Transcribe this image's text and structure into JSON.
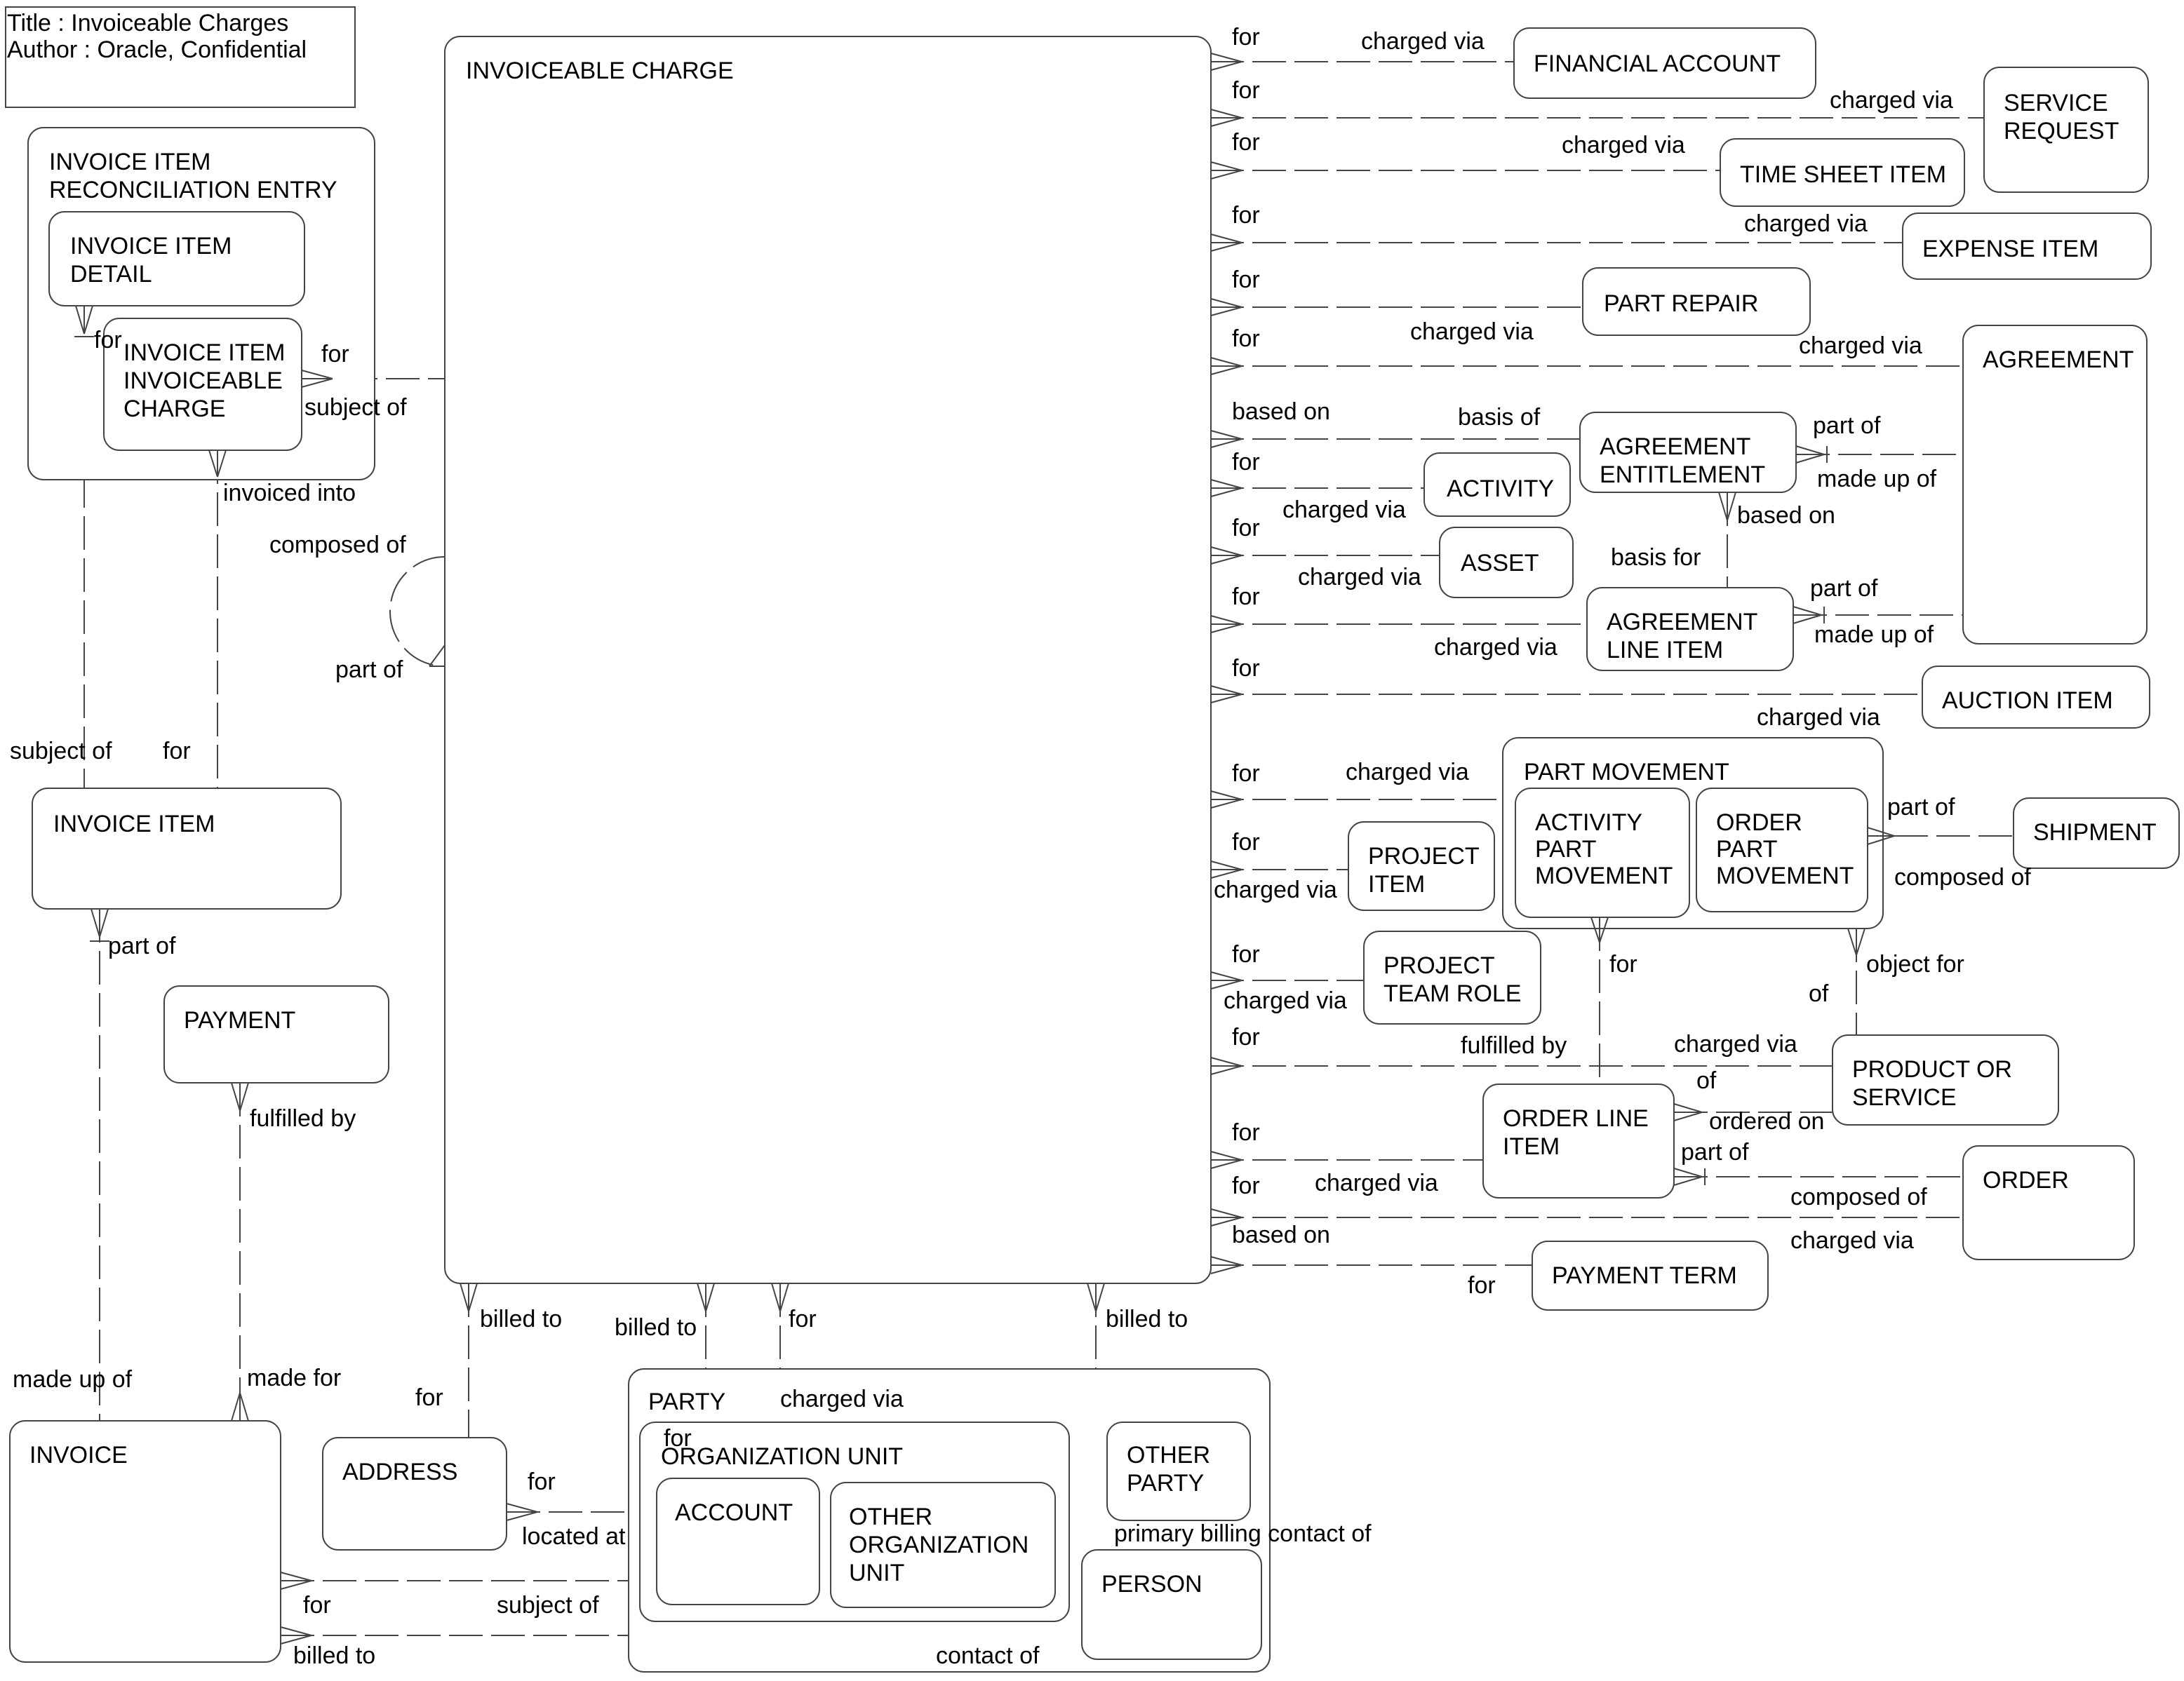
{
  "title_block": {
    "title": "Title : Invoiceable Charges",
    "author": "Author : Oracle, Confidential"
  },
  "entities": {
    "invoiceable_charge": [
      "INVOICEABLE CHARGE"
    ],
    "invoice_item_reconciliation_entry": [
      "INVOICE ITEM",
      "RECONCILIATION ENTRY"
    ],
    "invoice_item_detail": [
      "INVOICE ITEM",
      "DETAIL"
    ],
    "invoice_item_invoiceable_charge": [
      "INVOICE ITEM",
      "INVOICEABLE",
      "CHARGE"
    ],
    "invoice_item": [
      "INVOICE ITEM"
    ],
    "payment": [
      "PAYMENT"
    ],
    "invoice": [
      "INVOICE"
    ],
    "address": [
      "ADDRESS"
    ],
    "party": [
      "PARTY"
    ],
    "organization_unit": [
      "ORGANIZATION UNIT"
    ],
    "account": [
      "ACCOUNT"
    ],
    "other_organization_unit": [
      "OTHER",
      "ORGANIZATION",
      "UNIT"
    ],
    "other_party": [
      "OTHER",
      "PARTY"
    ],
    "person": [
      "PERSON"
    ],
    "financial_account": [
      "FINANCIAL ACCOUNT"
    ],
    "service_request": [
      "SERVICE",
      "REQUEST"
    ],
    "time_sheet_item": [
      "TIME SHEET ITEM"
    ],
    "expense_item": [
      "EXPENSE ITEM"
    ],
    "part_repair": [
      "PART REPAIR"
    ],
    "agreement": [
      "AGREEMENT"
    ],
    "agreement_entitlement": [
      "AGREEMENT",
      "ENTITLEMENT"
    ],
    "activity": [
      "ACTIVITY"
    ],
    "asset": [
      "ASSET"
    ],
    "agreement_line_item": [
      "AGREEMENT",
      "LINE ITEM"
    ],
    "auction_item": [
      "AUCTION ITEM"
    ],
    "part_movement": [
      "PART MOVEMENT"
    ],
    "activity_part_movement": [
      "ACTIVITY",
      "PART",
      "MOVEMENT"
    ],
    "order_part_movement": [
      "ORDER",
      "PART",
      "MOVEMENT"
    ],
    "shipment": [
      "SHIPMENT"
    ],
    "project_item": [
      "PROJECT",
      "ITEM"
    ],
    "project_team_role": [
      "PROJECT",
      "TEAM ROLE"
    ],
    "product_or_service": [
      "PRODUCT OR",
      "SERVICE"
    ],
    "order_line_item": [
      "ORDER LINE",
      "ITEM"
    ],
    "order": [
      "ORDER"
    ],
    "payment_term": [
      "PAYMENT TERM"
    ]
  },
  "relationship_labels": {
    "fin_for": "for",
    "fin_charged_via": "charged via",
    "sr_for": "for",
    "sr_charged_via": "charged via",
    "ts_for": "for",
    "ts_charged_via": "charged via",
    "exp_for": "for",
    "exp_charged_via": "charged via",
    "pr_for": "for",
    "pr_charged_via": "charged via",
    "agr_for": "for",
    "agr_charged_via": "charged via",
    "ent_based_on": "based on",
    "ent_basis_of": "basis of",
    "ent_part_of": "part of",
    "ent_made_up_of": "made up of",
    "ent_based_on_2": "based on",
    "ent_basis_for": "basis for",
    "act_for": "for",
    "act_charged_via": "charged via",
    "asset_for": "for",
    "asset_charged_via": "charged via",
    "ali_for": "for",
    "ali_charged_via": "charged via",
    "ali_part_of": "part of",
    "ali_made_up_of": "made up of",
    "auc_for": "for",
    "auc_charged_via": "charged via",
    "pm_for": "for",
    "pm_charged_via": "charged via",
    "ship_part_of": "part of",
    "ship_composed_of": "composed of",
    "pi_for": "for",
    "pi_charged_via": "charged via",
    "ptr_for": "for",
    "ptr_charged_via": "charged via",
    "apm_for": "for",
    "opm_object_for": "object for",
    "opm_of": "of",
    "ps_for": "for",
    "ps_fulfilled_by": "fulfilled by",
    "ps_charged_via": "charged via",
    "oli_of": "of",
    "oli_ordered_on": "ordered on",
    "oli_part_of": "part of",
    "oli_for": "for",
    "oli_charged_via": "charged via",
    "ord_for": "for",
    "ord_composed_of": "composed of",
    "ord_charged_via": "charged via",
    "pt_based_on": "based on",
    "pt_for": "for",
    "iiic_for": "for",
    "iiic_subject_of": "subject of",
    "iiic_invoiced_into": "invoiced into",
    "iid_for": "for",
    "recursive_composed_of": "composed of",
    "recursive_part_of": "part of",
    "ii_subject_of": "subject of",
    "ii_for": "for",
    "ii_part_of": "part of",
    "inv_made_up_of": "made up of",
    "pay_fulfilled_by": "fulfilled by",
    "pay_made_for": "made for",
    "addr_billed_to": "billed to",
    "addr_for": "for",
    "acct_billed_to": "billed to",
    "acct_for_top": "for",
    "acct_for_low": "for",
    "acct_charged_via": "charged via",
    "person_billed_to": "billed to",
    "addr_for_2": "for",
    "addr_located_at": "located at",
    "inv_for": "for",
    "inv_subject_of": "subject of",
    "inv_billed_to": "billed to",
    "person_contact_of": "contact of",
    "person_primary_billing": "primary billing contact of"
  }
}
